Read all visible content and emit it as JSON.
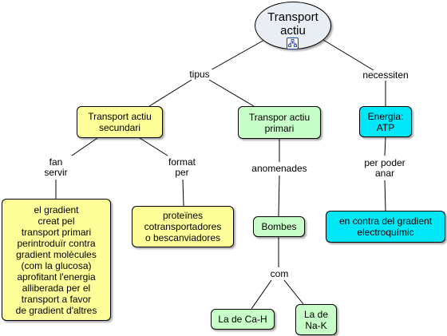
{
  "root": {
    "title": "Transport\nactiu",
    "icon": "concept-map-icon"
  },
  "links": {
    "tipus": "tipus",
    "necessiten": "necessiten",
    "fan_servir": "fan\nservir",
    "format_per": "format\nper",
    "anomenades": "anomenades",
    "per_poder_anar": "per poder\nanar",
    "com": "com"
  },
  "concepts": {
    "transport_secundari": "Transport actiu\nsecundari",
    "transport_primari": "Transpor actiu\nprimari",
    "energia": "Energia:\nATP",
    "gradient": "el gradient\ncreat pel\ntransport primari\nperintroduïr contra\ngradient molècules\n(com la glucosa)\naprofitant l'energia\nalliberada per el\ntransport a favor\nde gradient d'altres",
    "proteines": "proteïnes\ncotransportadores\no bescanviadores",
    "bombes": "Bombes",
    "contra_gradient": "en contra del gradient\nelectroquímic",
    "ca_h": "La de Ca-H",
    "na_k": "La de\nNa-K"
  },
  "colors": {
    "root_fill": "#e8eef4",
    "secondary_fill": "#ffff99",
    "primary_fill": "#c8ffc8",
    "energy_fill": "#00e8f8"
  }
}
